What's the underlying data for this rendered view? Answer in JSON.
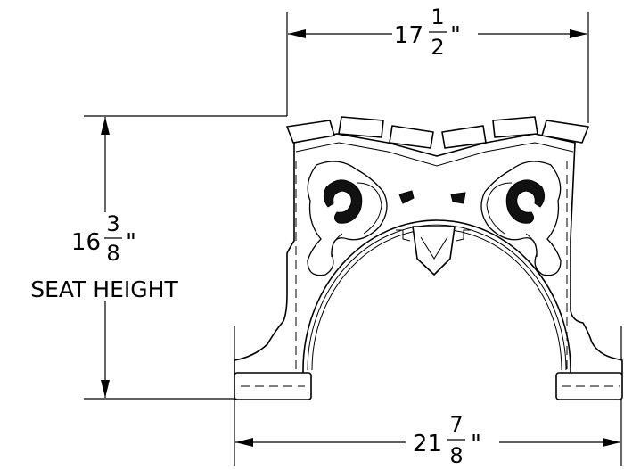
{
  "dimensions": {
    "top_width": {
      "whole": "17",
      "num": "1",
      "den": "2",
      "unit": "\""
    },
    "bottom_width": {
      "whole": "21",
      "num": "7",
      "den": "8",
      "unit": "\""
    },
    "seat_height": {
      "whole": "16",
      "num": "3",
      "den": "8",
      "unit": "\"",
      "label": "SEAT HEIGHT"
    }
  }
}
